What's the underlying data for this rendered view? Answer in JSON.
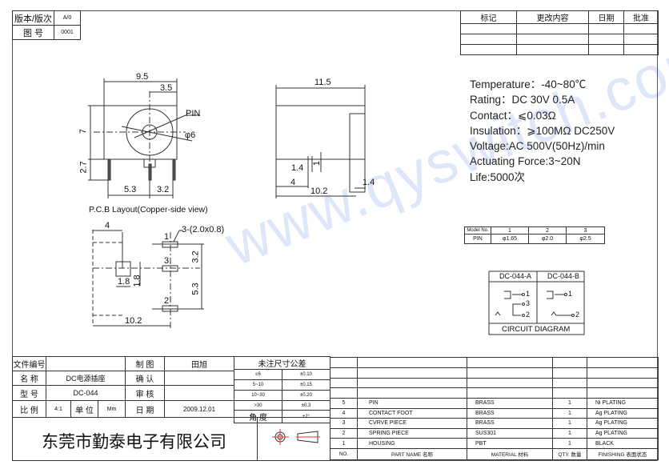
{
  "version_box": {
    "rows": [
      {
        "label": "版本/版次",
        "value": "A/0"
      },
      {
        "label": "图 号",
        "value": "0001"
      }
    ]
  },
  "revision_table": {
    "headers": [
      "标记",
      "更改内容",
      "日期",
      "批准"
    ],
    "rows": 3
  },
  "drawing": {
    "front_dims": {
      "width": "9.5",
      "offset": "3.5",
      "height": "7",
      "pin_len": "2.7",
      "pitch1": "5.3",
      "pitch2": "3.2",
      "pin_label": "PIN",
      "dia": "φ6"
    },
    "side_dims": {
      "length": "11.5",
      "d1": "1.4",
      "d2": "1",
      "d3": "4",
      "d4": "10.2",
      "d5": "1.4"
    },
    "pcb": {
      "title": "P.C.B Layout(Copper-side view)",
      "pad_note": "3-(2.0x0.8)",
      "dim_4": "4",
      "dim_32": "3.2",
      "dim_53": "5.3",
      "dim_18a": "1.8",
      "dim_18b": "1.8",
      "dim_102": "10.2",
      "pins": [
        "1",
        "3",
        "2"
      ]
    }
  },
  "specs": [
    "Temperature：-40~80℃",
    "Rating：DC 30V 0.5A",
    "Contact：⩽0.03Ω",
    "Insulation：⩾100MΩ DC250V",
    "Voltage:AC 500V(50Hz)/min",
    "Actuating Force:3~20N",
    "Life:5000次"
  ],
  "model_table": {
    "headers": [
      "Model No.",
      "1",
      "2",
      "3"
    ],
    "row": [
      "PIN",
      "φ1.65",
      "φ2.0",
      "φ2.5"
    ]
  },
  "circuit": {
    "a": "DC-044-A",
    "b": "DC-044-B",
    "caption": "CIRCUIT DIAGRAM",
    "pins": [
      "1",
      "3",
      "2",
      "1",
      "2"
    ]
  },
  "title_block": {
    "file_no_label": "文件编号",
    "file_no": "",
    "name_label": "名 称",
    "name": "DC电源插座",
    "model_label": "型 号",
    "model": "DC-044",
    "scale_label": "比 例",
    "scale": "4:1",
    "unit_label": "单 位",
    "unit": "Mm",
    "drawn_label": "制 图",
    "drawn": "田旭",
    "check_label": "确 认",
    "check": "",
    "review_label": "审 核",
    "review": "",
    "date_label": "日 期",
    "date": "2009.12.01",
    "company": "东莞市勤泰电子有限公司"
  },
  "tolerance": {
    "title": "未注尺寸公差",
    "rows": [
      [
        "≤6",
        "±0.10"
      ],
      [
        "5~10",
        "±0.15"
      ],
      [
        "10~30",
        "±0.20"
      ],
      [
        ">30",
        "±0.3"
      ],
      [
        "角 度",
        "±2°"
      ]
    ]
  },
  "bom": {
    "headers": [
      "NO.",
      "PART NAME 名称",
      "MATERIAL 材料",
      "QTY. 数量",
      "FINISHING 表面状态"
    ],
    "rows": [
      [
        "5",
        "PIN",
        "BRASS",
        "1",
        "Ni PLATING"
      ],
      [
        "4",
        "CONTACT  FOOT",
        "BRASS",
        "1",
        "Ag PLATING"
      ],
      [
        "3",
        "CVRVE  PIECE",
        "BRASS",
        "1",
        "Ag PLATING"
      ],
      [
        "2",
        "SPRING  PIECE",
        "SUS301",
        "1",
        "Ag PLATING"
      ],
      [
        "1",
        "HOUSING",
        "PBT",
        "1",
        "BLACK"
      ]
    ]
  },
  "watermark": "www.qyswitch.com"
}
